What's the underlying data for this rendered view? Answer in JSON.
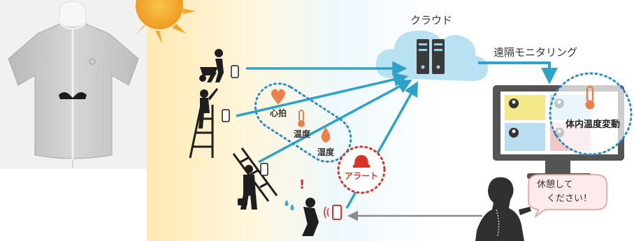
{
  "colors": {
    "arrow": "#2ea3c8",
    "cloud": "#b8e1f2",
    "heart": "#e8824a",
    "alert": "#d9342a",
    "dotted": "#2d8dc1",
    "monitor": "#545454",
    "yellow_card": "#f4e88a",
    "blue_card": "#b9def0",
    "pink_card": "#f2c7c7",
    "return_arrow": "#8c8c8c",
    "sun": "#f6b23a"
  },
  "icons": [
    "sun-icon",
    "cloud-icon",
    "server-icon",
    "heart-icon",
    "thermometer-icon",
    "water-drop-icon",
    "alarm-icon",
    "smartphone-icon",
    "user-icon",
    "speech-bubble-icon"
  ],
  "labels": {
    "cloud": "クラウド",
    "remote_monitoring": "遠隔モニタリング",
    "heart_rate": "心拍",
    "temperature": "温度",
    "humidity": "湿度",
    "alert": "アラート",
    "body_temp_change": "体内温度変動",
    "speech_line1": "休憩して",
    "speech_line2": "ください！"
  }
}
